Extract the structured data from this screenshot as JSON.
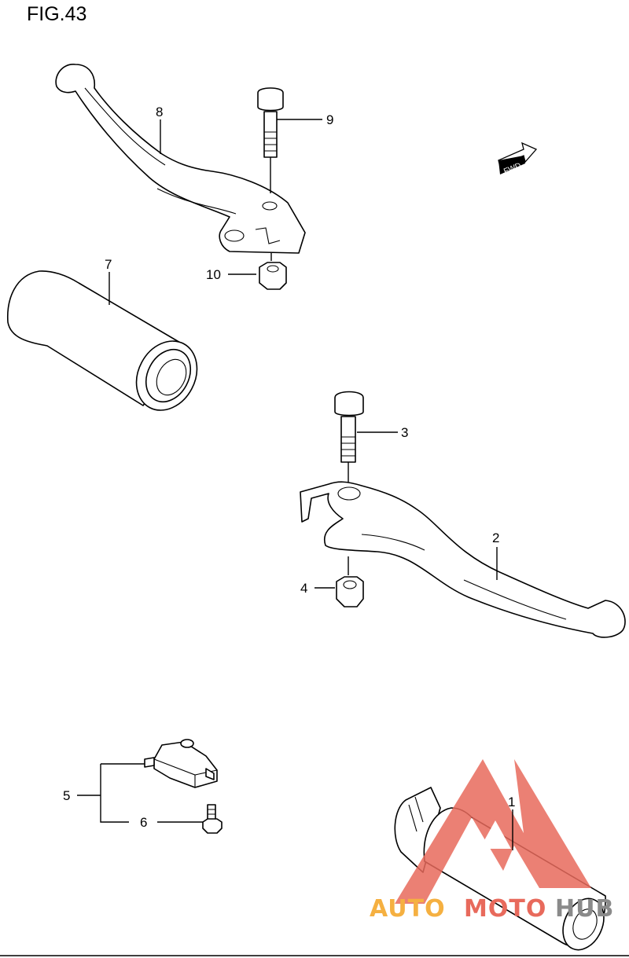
{
  "figure": {
    "title": "FIG.43"
  },
  "fwd_label": "FWD",
  "callouts": {
    "c1": "1",
    "c2": "2",
    "c3": "3",
    "c4": "4",
    "c5": "5",
    "c6": "6",
    "c7": "7",
    "c8": "8",
    "c9": "9",
    "c10": "10"
  },
  "watermark": {
    "part1": "AUTO",
    "part2": "MOTO",
    "part3": "HUB",
    "colors": {
      "orange": "#f5b041",
      "red": "#e86a5c",
      "grey": "#8a8a8a"
    }
  }
}
